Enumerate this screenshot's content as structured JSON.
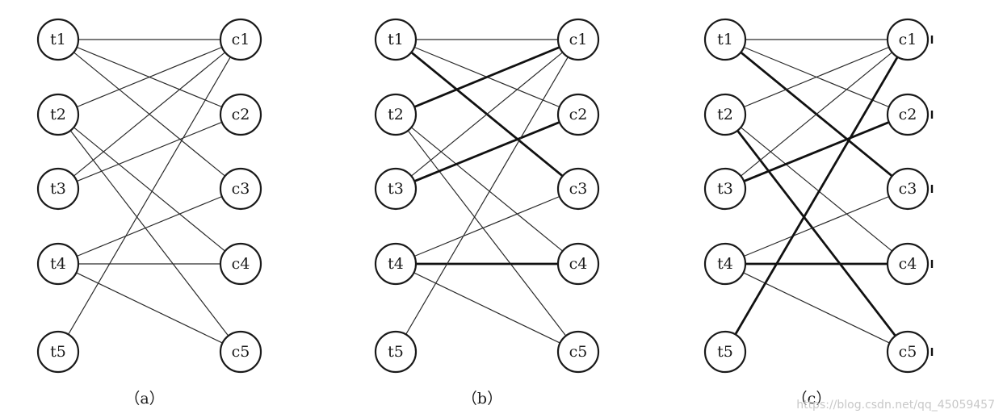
{
  "nodes_left": [
    "t1",
    "t2",
    "t3",
    "t4",
    "t5"
  ],
  "nodes_right": [
    "c1",
    "c2",
    "c3",
    "c4",
    "c5"
  ],
  "panels": [
    {
      "caption": "（a）",
      "edges": [
        [
          "t1",
          "c1",
          0
        ],
        [
          "t1",
          "c2",
          0
        ],
        [
          "t1",
          "c3",
          0
        ],
        [
          "t2",
          "c1",
          0
        ],
        [
          "t2",
          "c4",
          0
        ],
        [
          "t2",
          "c5",
          0
        ],
        [
          "t3",
          "c1",
          0
        ],
        [
          "t3",
          "c2",
          0
        ],
        [
          "t4",
          "c3",
          0
        ],
        [
          "t4",
          "c4",
          0
        ],
        [
          "t4",
          "c5",
          0
        ],
        [
          "t5",
          "c1",
          0
        ]
      ]
    },
    {
      "caption": "（b）",
      "edges": [
        [
          "t1",
          "c1",
          0
        ],
        [
          "t1",
          "c2",
          0
        ],
        [
          "t1",
          "c3",
          1
        ],
        [
          "t2",
          "c1",
          1
        ],
        [
          "t2",
          "c4",
          0
        ],
        [
          "t2",
          "c5",
          0
        ],
        [
          "t3",
          "c1",
          0
        ],
        [
          "t3",
          "c2",
          1
        ],
        [
          "t4",
          "c3",
          0
        ],
        [
          "t4",
          "c4",
          1
        ],
        [
          "t4",
          "c5",
          0
        ],
        [
          "t5",
          "c1",
          0
        ]
      ]
    },
    {
      "caption": "（c）",
      "edges": [
        [
          "t1",
          "c1",
          0
        ],
        [
          "t1",
          "c2",
          0
        ],
        [
          "t1",
          "c3",
          1
        ],
        [
          "t2",
          "c1",
          0
        ],
        [
          "t2",
          "c4",
          0
        ],
        [
          "t2",
          "c5",
          1
        ],
        [
          "t3",
          "c1",
          0
        ],
        [
          "t3",
          "c2",
          1
        ],
        [
          "t4",
          "c3",
          0
        ],
        [
          "t4",
          "c4",
          1
        ],
        [
          "t4",
          "c5",
          0
        ],
        [
          "t5",
          "c1",
          1
        ]
      ]
    }
  ],
  "watermark": "https://blog.csdn.net/qq_45059457",
  "colors": {
    "stroke": "#1a1a1a",
    "background": "#ffffff",
    "watermark": "#c8c8c8"
  }
}
